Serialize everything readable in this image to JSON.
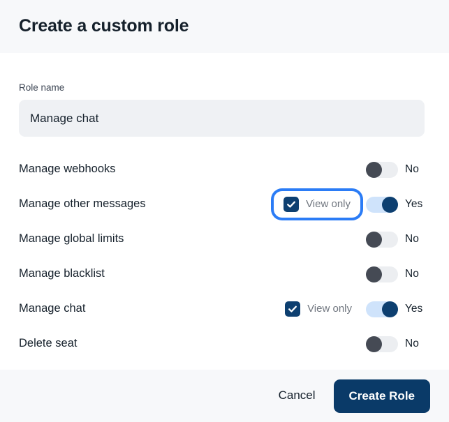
{
  "dialog": {
    "title": "Create a custom role"
  },
  "form": {
    "role_name": {
      "label": "Role name",
      "value": "Manage chat",
      "placeholder": "Role name"
    }
  },
  "permissions": {
    "view_only_label": "View only",
    "rows": [
      {
        "label": "Manage webhooks",
        "has_view_only": false,
        "view_only_checked": false,
        "view_only_focused": false,
        "enabled": false,
        "toggle_text": "No"
      },
      {
        "label": "Manage other messages",
        "has_view_only": true,
        "view_only_checked": true,
        "view_only_focused": true,
        "enabled": true,
        "toggle_text": "Yes"
      },
      {
        "label": "Manage global limits",
        "has_view_only": false,
        "view_only_checked": false,
        "view_only_focused": false,
        "enabled": false,
        "toggle_text": "No"
      },
      {
        "label": "Manage blacklist",
        "has_view_only": false,
        "view_only_checked": false,
        "view_only_focused": false,
        "enabled": false,
        "toggle_text": "No"
      },
      {
        "label": "Manage chat",
        "has_view_only": true,
        "view_only_checked": true,
        "view_only_focused": false,
        "enabled": true,
        "toggle_text": "Yes"
      },
      {
        "label": "Delete seat",
        "has_view_only": false,
        "view_only_checked": false,
        "view_only_focused": false,
        "enabled": false,
        "toggle_text": "No"
      }
    ]
  },
  "footer": {
    "cancel_label": "Cancel",
    "submit_label": "Create Role"
  },
  "colors": {
    "header_bg": "#f7f8fa",
    "footer_bg": "#f7f8fa",
    "input_bg": "#eff1f4",
    "primary": "#0a3a68",
    "focus_ring": "#2b7cf6",
    "toggle_on_track": "#cfe3fb",
    "toggle_on_knob": "#0d3f70",
    "toggle_off_track": "#eceef1",
    "toggle_off_knob": "#454a54",
    "checkbox_checked": "#0d3f70",
    "muted_text": "#70767f",
    "text": "#15202b"
  }
}
